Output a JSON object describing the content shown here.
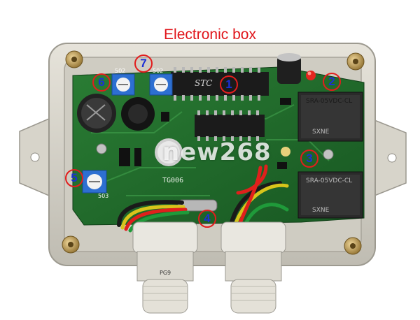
{
  "title": "Electronic box",
  "watermark": "new268",
  "board_label": "TG006",
  "chip_label": "STC",
  "relay_label": "SRA-05VDC-CL",
  "relay_brand": "SXNE",
  "pot_labels": [
    "502",
    "502",
    "503"
  ],
  "gland_label": "PG9",
  "markers": [
    "1",
    "2",
    "3",
    "4",
    "5",
    "6",
    "7"
  ],
  "colors": {
    "title": "#e0141a",
    "marker_ring": "#e21d1d",
    "marker_text": "#1b2fd6",
    "pcb": "#1f6b2a",
    "enclosure": "#d9d6cc"
  }
}
